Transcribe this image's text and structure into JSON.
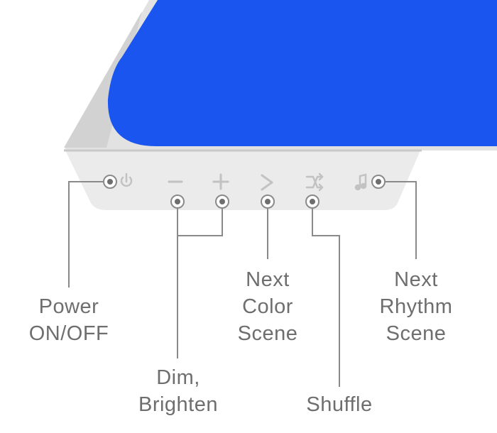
{
  "colors": {
    "panel": "#1a55f0",
    "frame": "#e2e2e2",
    "frame_shadow": "#c9c9c9",
    "control_strip": "#ebebeb",
    "leader": "#8a8a8a",
    "text": "#6e6e6e",
    "glyph": "#c2c2c2"
  },
  "controls": [
    {
      "id": "power",
      "icon": "power-icon"
    },
    {
      "id": "dim",
      "icon": "minus-icon"
    },
    {
      "id": "brighten",
      "icon": "plus-icon"
    },
    {
      "id": "next-color",
      "icon": "chevron-right-icon"
    },
    {
      "id": "shuffle",
      "icon": "shuffle-icon"
    },
    {
      "id": "next-rhythm",
      "icon": "music-note-icon"
    }
  ],
  "labels": {
    "power": [
      "Power",
      "ON/OFF"
    ],
    "dim_brighten": [
      "Dim,",
      "Brighten"
    ],
    "next_color": [
      "Next",
      "Color",
      "Scene"
    ],
    "shuffle": [
      "Shuffle"
    ],
    "next_rhythm": [
      "Next",
      "Rhythm",
      "Scene"
    ]
  }
}
